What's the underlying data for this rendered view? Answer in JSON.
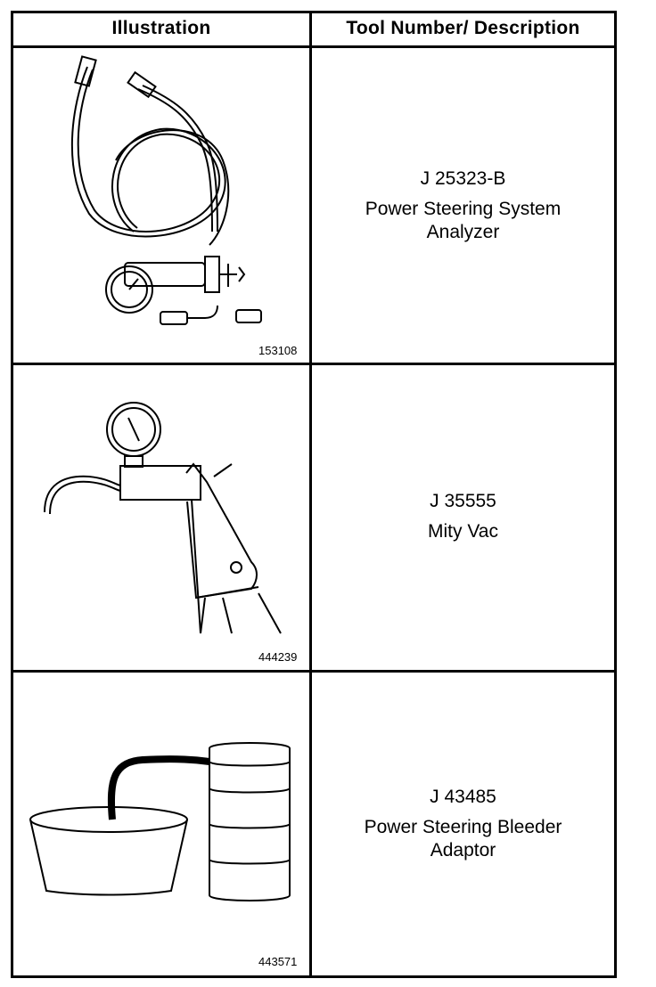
{
  "table": {
    "headers": {
      "illustration": "Illustration",
      "description": "Tool Number/ Description"
    },
    "rows": [
      {
        "tool_number": "J 25323-B",
        "description": "Power Steering System\nAnalyzer",
        "figure_id": "153108",
        "illustration_icon": "pressure-gauge-hose-icon"
      },
      {
        "tool_number": "J 35555",
        "description": "Mity Vac",
        "figure_id": "444239",
        "illustration_icon": "vacuum-pump-icon"
      },
      {
        "tool_number": "J 43485",
        "description": "Power Steering Bleeder\nAdaptor",
        "figure_id": "443571",
        "illustration_icon": "bleeder-adaptor-icon"
      }
    ]
  }
}
